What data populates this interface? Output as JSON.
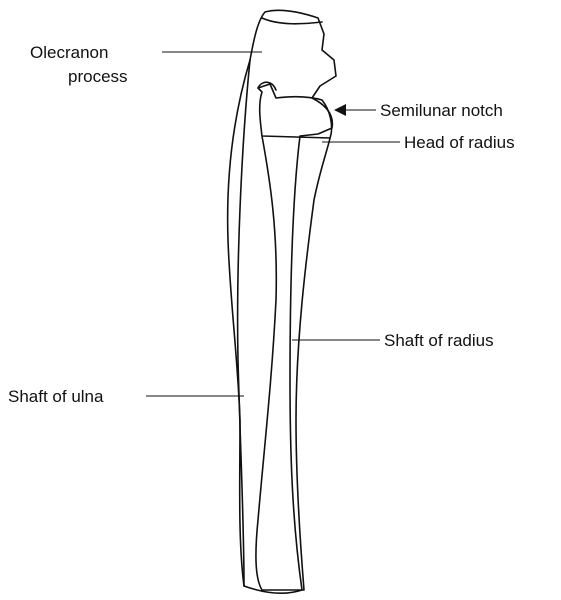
{
  "labels": {
    "olecranon_line1": "Olecranon",
    "olecranon_line2": "process",
    "semilunar_notch": "Semilunar notch",
    "head_of_radius": "Head of radius",
    "shaft_of_radius": "Shaft of radius",
    "shaft_of_ulna": "Shaft of ulna"
  }
}
